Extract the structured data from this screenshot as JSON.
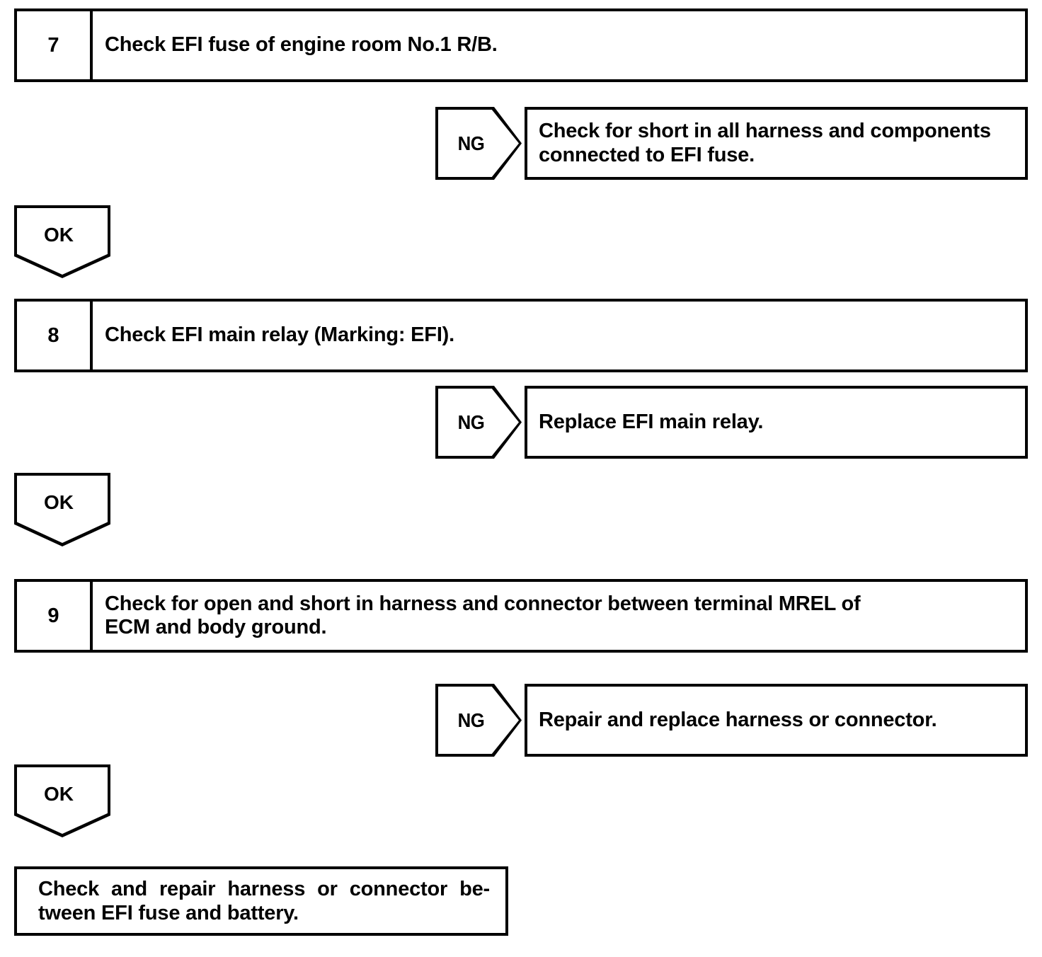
{
  "document": {
    "type": "automotive-diagnostic-flowchart",
    "title": "EFI Troubleshooting Steps 7-9"
  },
  "steps": [
    {
      "number": "7",
      "text_lines": [
        "Check EFI fuse of engine room No.1 R/B."
      ],
      "ng": {
        "label": "NG",
        "result_lines": [
          "Check for short in all harness and components",
          "connected to EFI fuse."
        ]
      },
      "ok": {
        "label": "OK"
      }
    },
    {
      "number": "8",
      "text_lines": [
        "Check EFI main relay (Marking: EFI)."
      ],
      "ng": {
        "label": "NG",
        "result_lines": [
          "Replace EFI main relay."
        ]
      },
      "ok": {
        "label": "OK"
      }
    },
    {
      "number": "9",
      "text_lines": [
        "Check for open and short in harness and connector between terminal MREL of",
        "ECM and body ground."
      ],
      "ng": {
        "label": "NG",
        "result_lines": [
          "Repair and replace harness or connector."
        ]
      },
      "ok": {
        "label": "OK"
      }
    }
  ],
  "conclusion": {
    "line1": "Check and repair harness or connector be-",
    "line2": "tween EFI fuse and battery."
  },
  "colors": {
    "ink": "#000000",
    "paper": "#ffffff"
  }
}
